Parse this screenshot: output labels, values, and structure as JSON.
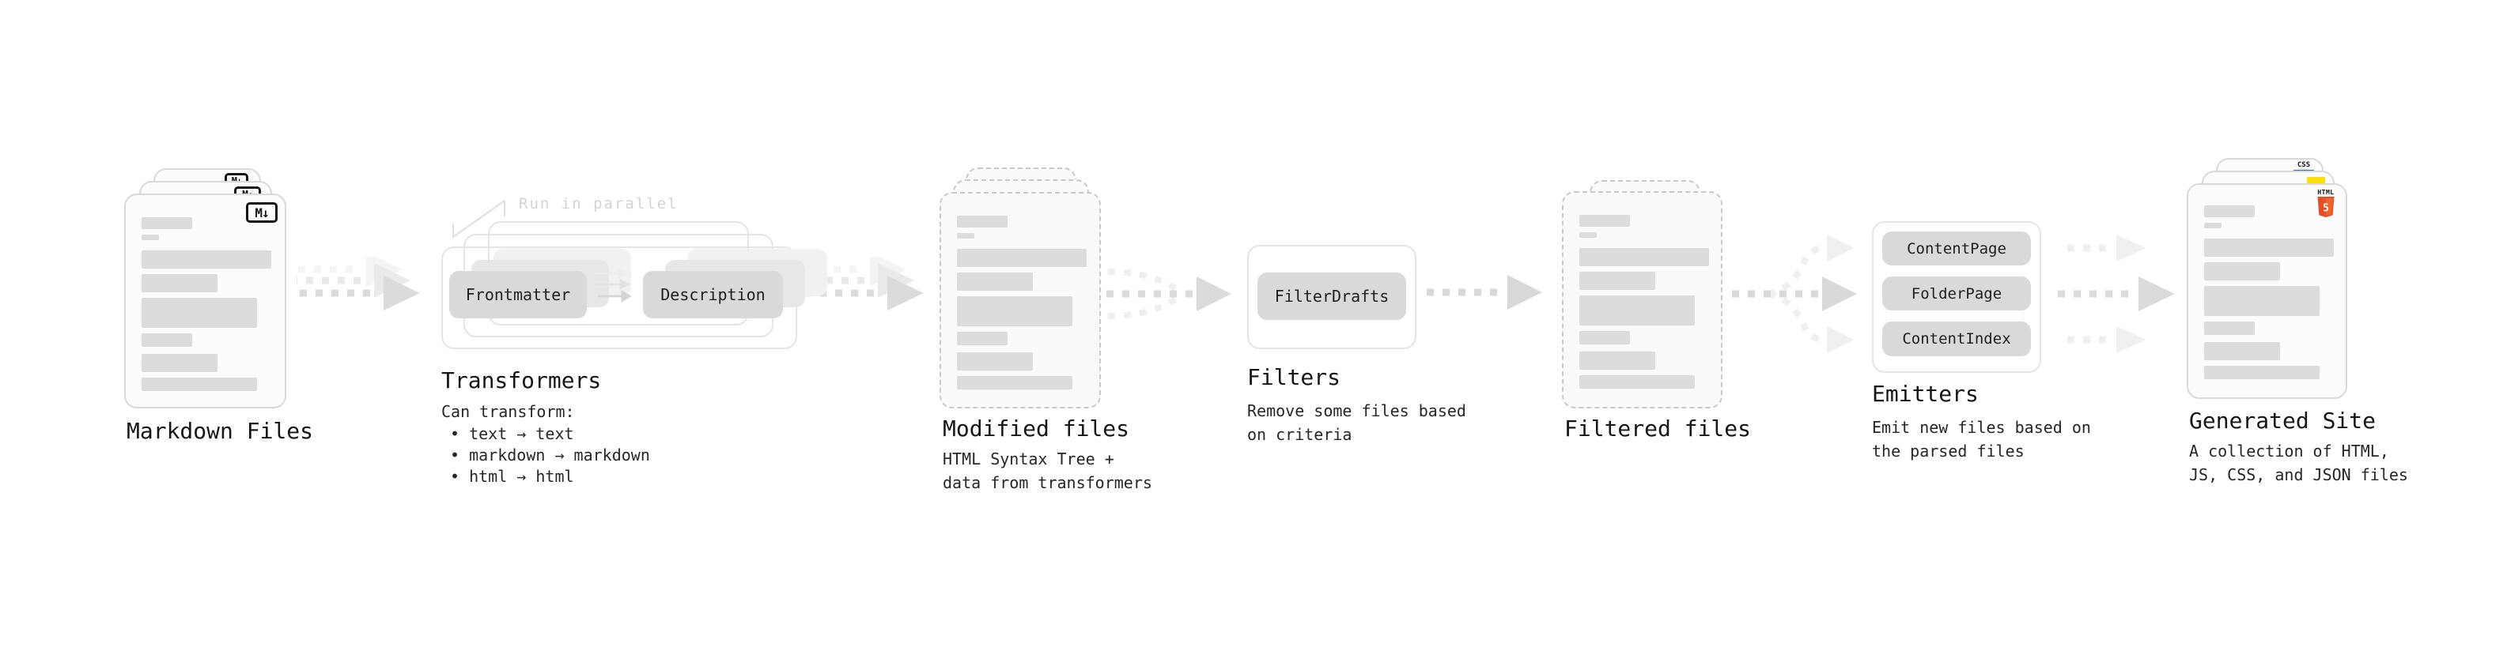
{
  "stages": {
    "markdown_files": {
      "title": "Markdown Files",
      "badge": "M↓"
    },
    "transformers": {
      "title": "Transformers",
      "callout": "Run in parallel",
      "box1": "Frontmatter",
      "box2": "Description",
      "desc_heading": "Can transform:",
      "bullets": [
        "• text → text",
        "• markdown → markdown",
        "• html → html"
      ]
    },
    "modified_files": {
      "title": "Modified files",
      "desc1": "HTML Syntax Tree +",
      "desc2": "data from transformers"
    },
    "filters": {
      "title": "Filters",
      "box1": "FilterDrafts",
      "desc1": "Remove some files based",
      "desc2": "on criteria"
    },
    "filtered_files": {
      "title": "Filtered files"
    },
    "emitters": {
      "title": "Emitters",
      "box1": "ContentPage",
      "box2": "FolderPage",
      "box3": "ContentIndex",
      "desc1": "Emit new files based on",
      "desc2": "the parsed files"
    },
    "generated_site": {
      "title": "Generated Site",
      "desc1": "A collection of HTML,",
      "desc2": "JS, CSS, and JSON files",
      "badge_css": "CSS",
      "badge_html": "HTML",
      "badge_five": "5"
    }
  },
  "colors": {
    "box_fill": "#d9d9d9",
    "markdown_badge": "#151515",
    "css_blue": "#2863e9",
    "js_yellow": "#ffdf00",
    "html_orange": "#e44d26",
    "html_orange_light": "#f16529",
    "muted_callout": "#d3d3d3"
  }
}
